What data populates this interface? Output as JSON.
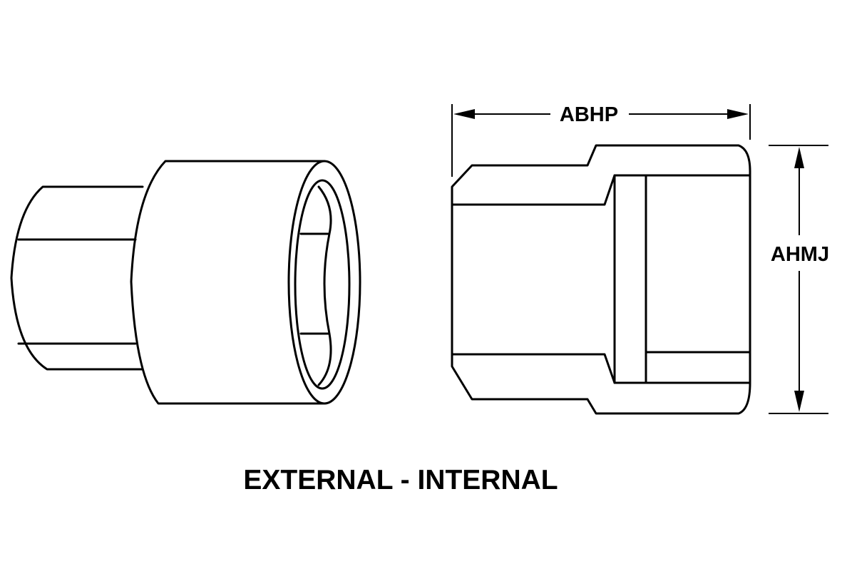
{
  "drawing": {
    "dimension_length_label": "ABHP",
    "dimension_diameter_label": "AHMJ",
    "caption": "EXTERNAL - INTERNAL"
  }
}
